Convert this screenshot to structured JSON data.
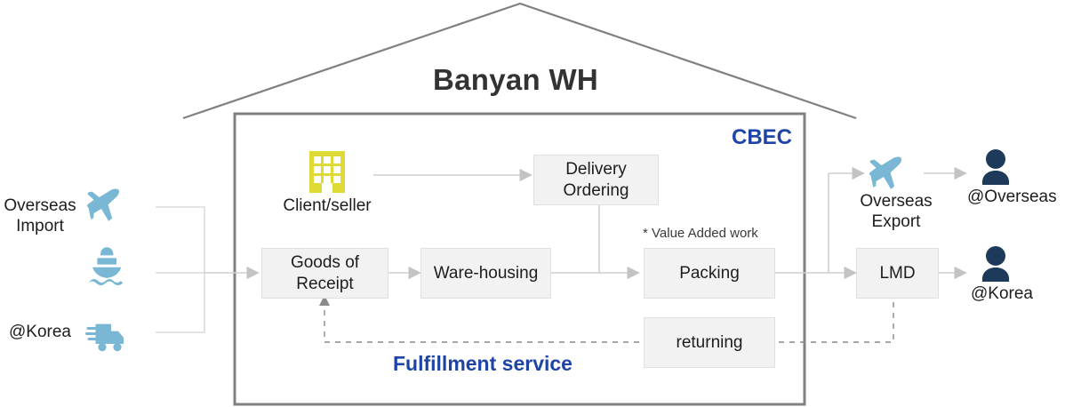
{
  "diagram": {
    "title": "Banyan WH",
    "zone_label": "CBEC",
    "service_label": "Fulfillment service",
    "note_value_added": "* Value Added work",
    "colors": {
      "transport_icon": "#79b7d4",
      "building_icon": "#dfdb36",
      "person_icon": "#1e3a5a",
      "blue_text": "#1f44a8",
      "box_fill": "#f2f2f2",
      "box_border": "#e0e0e0",
      "line": "#cfcfcf",
      "house_outline": "#808080"
    }
  },
  "inbound": {
    "group_label": "Overseas\nImport",
    "korea_label": "@Korea",
    "icons": [
      {
        "name": "airplane-icon",
        "mode": "air"
      },
      {
        "name": "ship-icon",
        "mode": "sea"
      },
      {
        "name": "truck-icon",
        "mode": "road"
      }
    ]
  },
  "client": {
    "label": "Client/seller",
    "icon": "building-icon"
  },
  "nodes": {
    "delivery_ordering": "Delivery\nOrdering",
    "goods_of_receipt": "Goods of\nReceipt",
    "warehousing": "Ware-housing",
    "packing": "Packing",
    "returning": "returning",
    "lmd": "LMD"
  },
  "outbound": {
    "export_label": "Overseas\nExport",
    "export_icon": "airplane-icon",
    "customers": [
      {
        "label": "@Overseas",
        "icon": "person-icon"
      },
      {
        "label": "@Korea",
        "icon": "person-icon"
      }
    ]
  }
}
